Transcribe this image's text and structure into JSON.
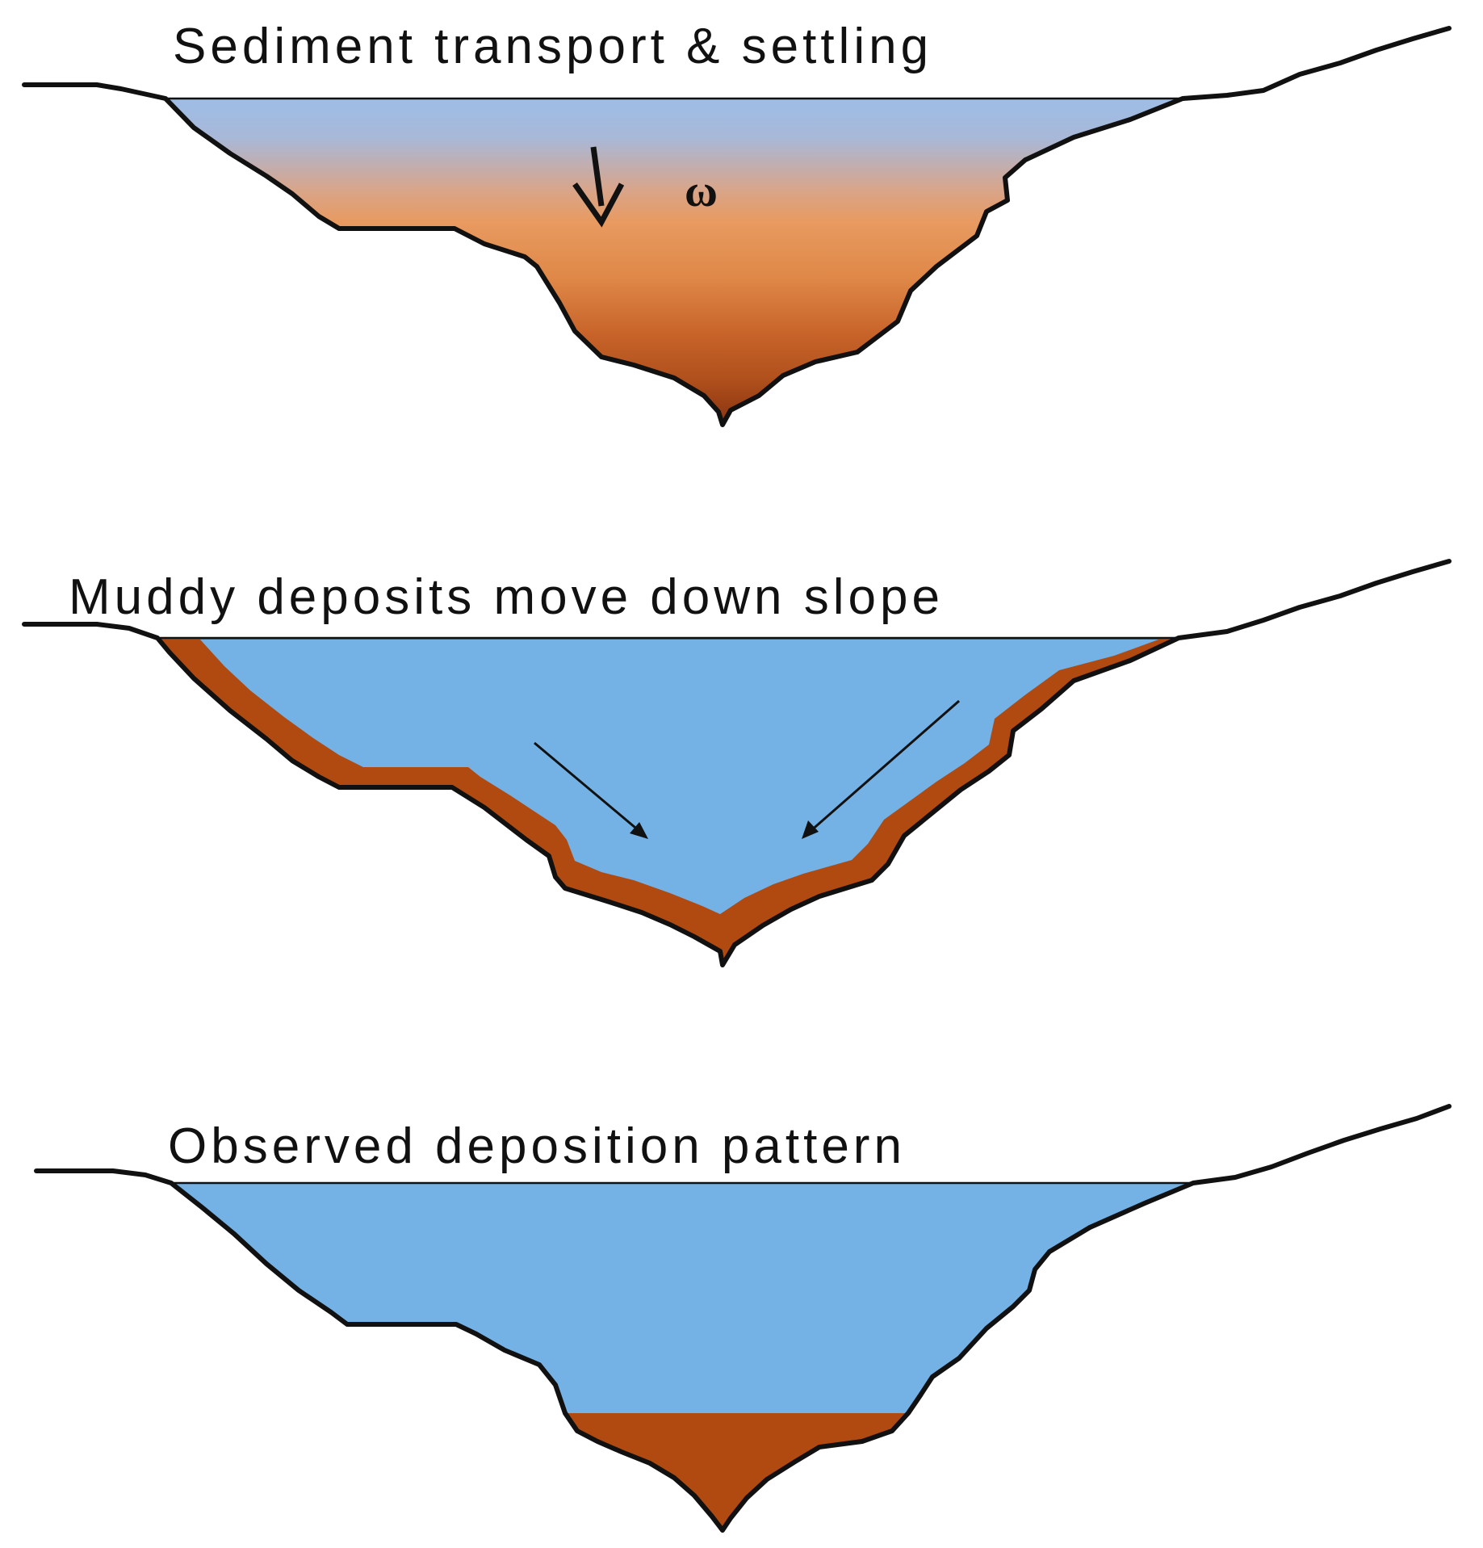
{
  "panels": [
    {
      "title": "Sediment transport & settling",
      "symbol": "ω"
    },
    {
      "title": "Muddy deposits move down slope"
    },
    {
      "title": "Observed deposition pattern"
    }
  ],
  "colors": {
    "water": "#74b2e6",
    "water_light": "#9dbde6",
    "sediment_light": "#e8a06a",
    "sediment_mid": "#c2622a",
    "sediment_dark": "#8a3410",
    "deposit": "#b04a10",
    "outline": "#111111"
  }
}
